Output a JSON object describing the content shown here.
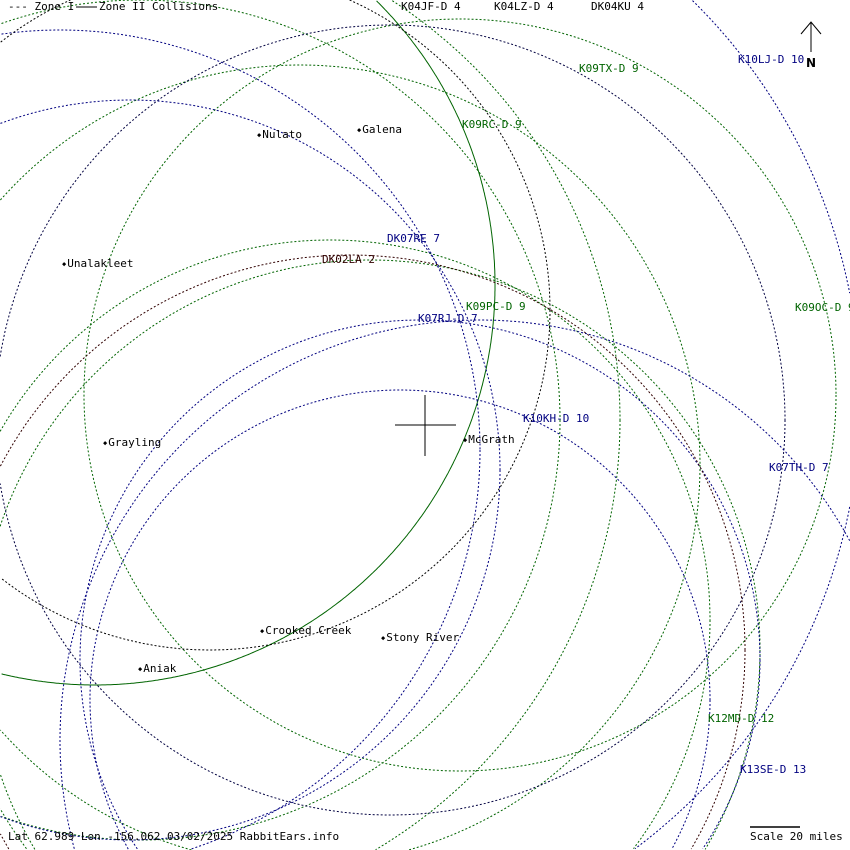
{
  "legend": {
    "zone1": "--- Zone I",
    "zone2": "Zone II Collisions"
  },
  "colors": {
    "black": "#000000",
    "green": "#006400",
    "navy": "#000080",
    "brown": "#300000"
  },
  "stations": [
    {
      "label": "K04JF-D 4",
      "color": "black"
    },
    {
      "label": "K04LZ-D 4",
      "color": "black"
    },
    {
      "label": "DK04KU 4",
      "color": "black"
    },
    {
      "label": "K09TX-D 9",
      "color": "green"
    },
    {
      "label": "K10LJ-D 10",
      "color": "navy"
    },
    {
      "label": "K09RC-D 9",
      "color": "green"
    },
    {
      "label": "DK07RE 7",
      "color": "navy"
    },
    {
      "label": "DK02LA 2",
      "color": "brown"
    },
    {
      "label": "K09PC-D 9",
      "color": "green"
    },
    {
      "label": "K07RJ-D 7",
      "color": "navy"
    },
    {
      "label": "K09OC-D 9",
      "color": "green"
    },
    {
      "label": "K10KH-D 10",
      "color": "navy"
    },
    {
      "label": "K07TH-D 7",
      "color": "navy"
    },
    {
      "label": "K12MD-D 12",
      "color": "green"
    },
    {
      "label": "K13SE-D 13",
      "color": "navy"
    }
  ],
  "cities": [
    "Nulato",
    "Galena",
    "Unalakleet",
    "Grayling",
    "McGrath",
    "Crooked Creek",
    "Stony River",
    "Aniak"
  ],
  "north_label": "N",
  "footer": {
    "info": "Lat 62.989 Lon -156.062 03/02/2025 RabbitEars.info",
    "scale": "Scale 20 miles"
  }
}
